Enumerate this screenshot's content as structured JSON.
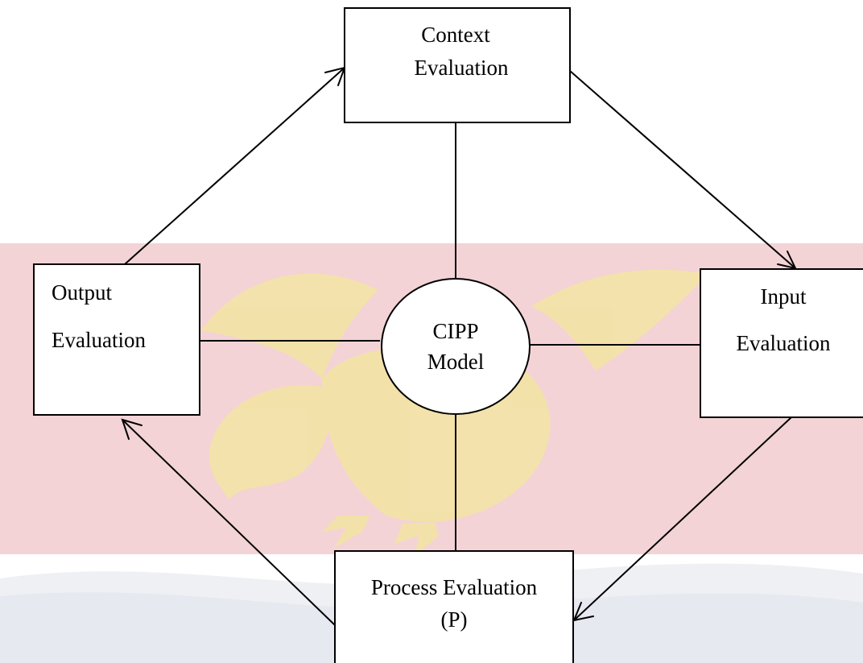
{
  "diagram": {
    "nodes": {
      "context": {
        "line1": "Context",
        "line2": "Evaluation"
      },
      "input": {
        "line1": "Input",
        "line2": "Evaluation"
      },
      "process": {
        "line1": "Process Evaluation",
        "line2": "(P)"
      },
      "output": {
        "line1": "Output",
        "line2": "Evaluation"
      },
      "center": {
        "line1": "CIPP",
        "line2": "Model"
      }
    },
    "arrows": [
      {
        "from": "context",
        "to": "input"
      },
      {
        "from": "input",
        "to": "process"
      },
      {
        "from": "process",
        "to": "output"
      },
      {
        "from": "output",
        "to": "context"
      }
    ],
    "connectors": [
      {
        "from": "center",
        "to": "context"
      },
      {
        "from": "center",
        "to": "input"
      },
      {
        "from": "center",
        "to": "process"
      },
      {
        "from": "center",
        "to": "output"
      }
    ],
    "watermark": {
      "band_color": "#f3d3d6",
      "stripe_color": "#eef0f4",
      "eagle_color": "#f3e3a6"
    }
  }
}
